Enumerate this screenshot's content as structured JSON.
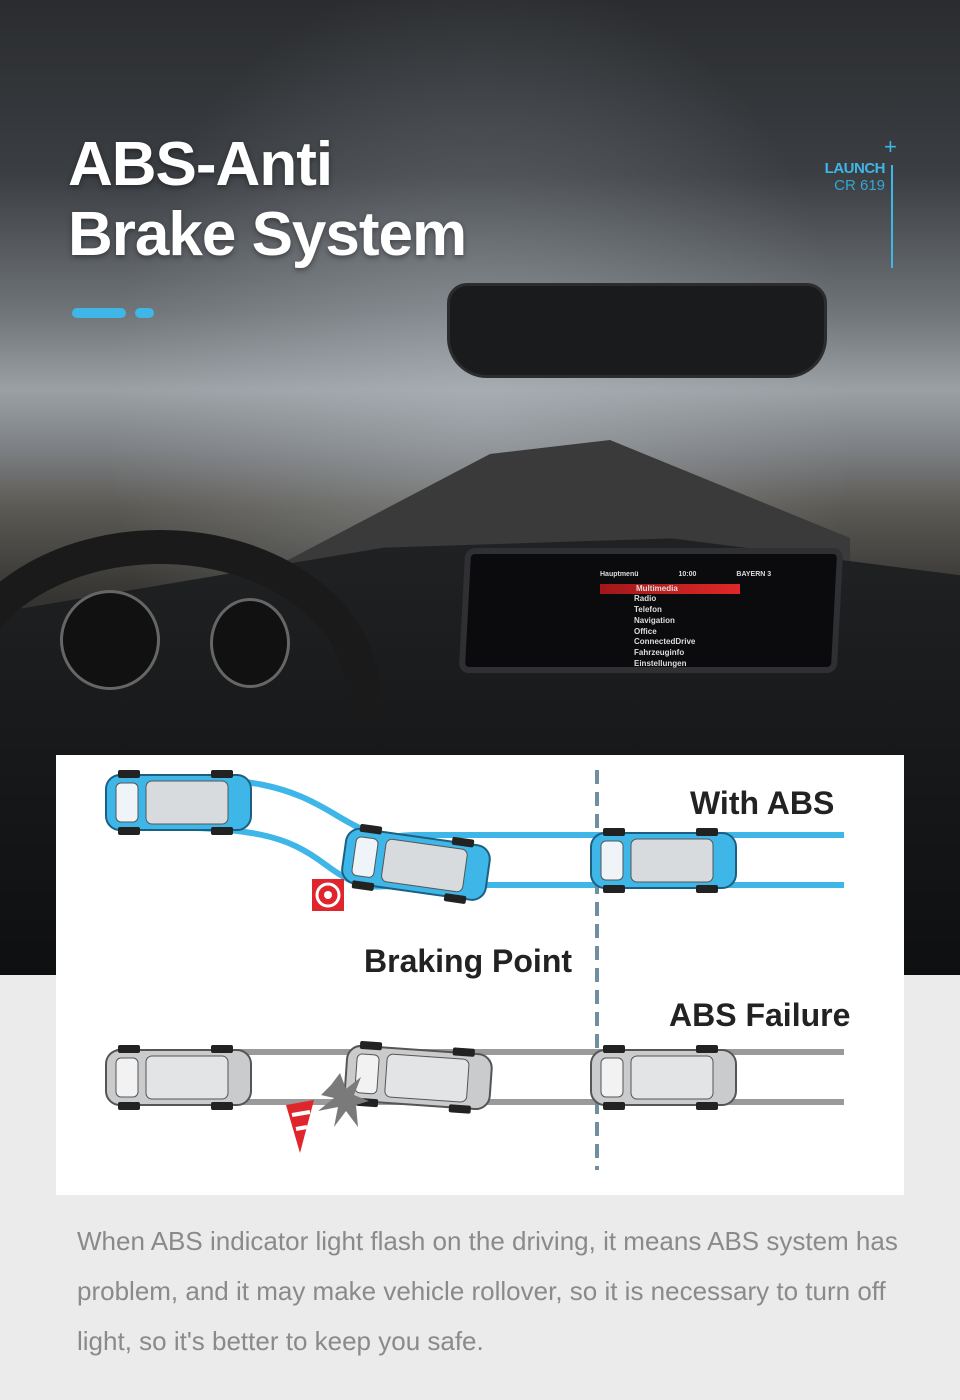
{
  "header": {
    "title_line1": "ABS-Anti",
    "title_line2": "Brake System"
  },
  "brand": {
    "name": "LAUNCH",
    "model": "CR 619"
  },
  "car_screen": {
    "header": "Hauptmenü",
    "time": "10:00",
    "station": "BAYERN 3",
    "items": [
      "Multimedia",
      "Radio",
      "Telefon",
      "Navigation",
      "Office",
      "ConnectedDrive",
      "Fahrzeuginfo",
      "Einstellungen"
    ]
  },
  "diagram": {
    "with_abs": "With ABS",
    "braking_point": "Braking Point",
    "abs_failure": "ABS Failure"
  },
  "colors": {
    "accent": "#3fb6e8",
    "car_blue": "#3fb6e8",
    "lane_gray": "#9a9a9a",
    "target_red": "#e0262d"
  },
  "description": "When ABS indicator light flash on the driving, it means ABS system has problem, and it may make vehicle rollover, so it is necessary to turn off light, so it's better to keep you safe."
}
